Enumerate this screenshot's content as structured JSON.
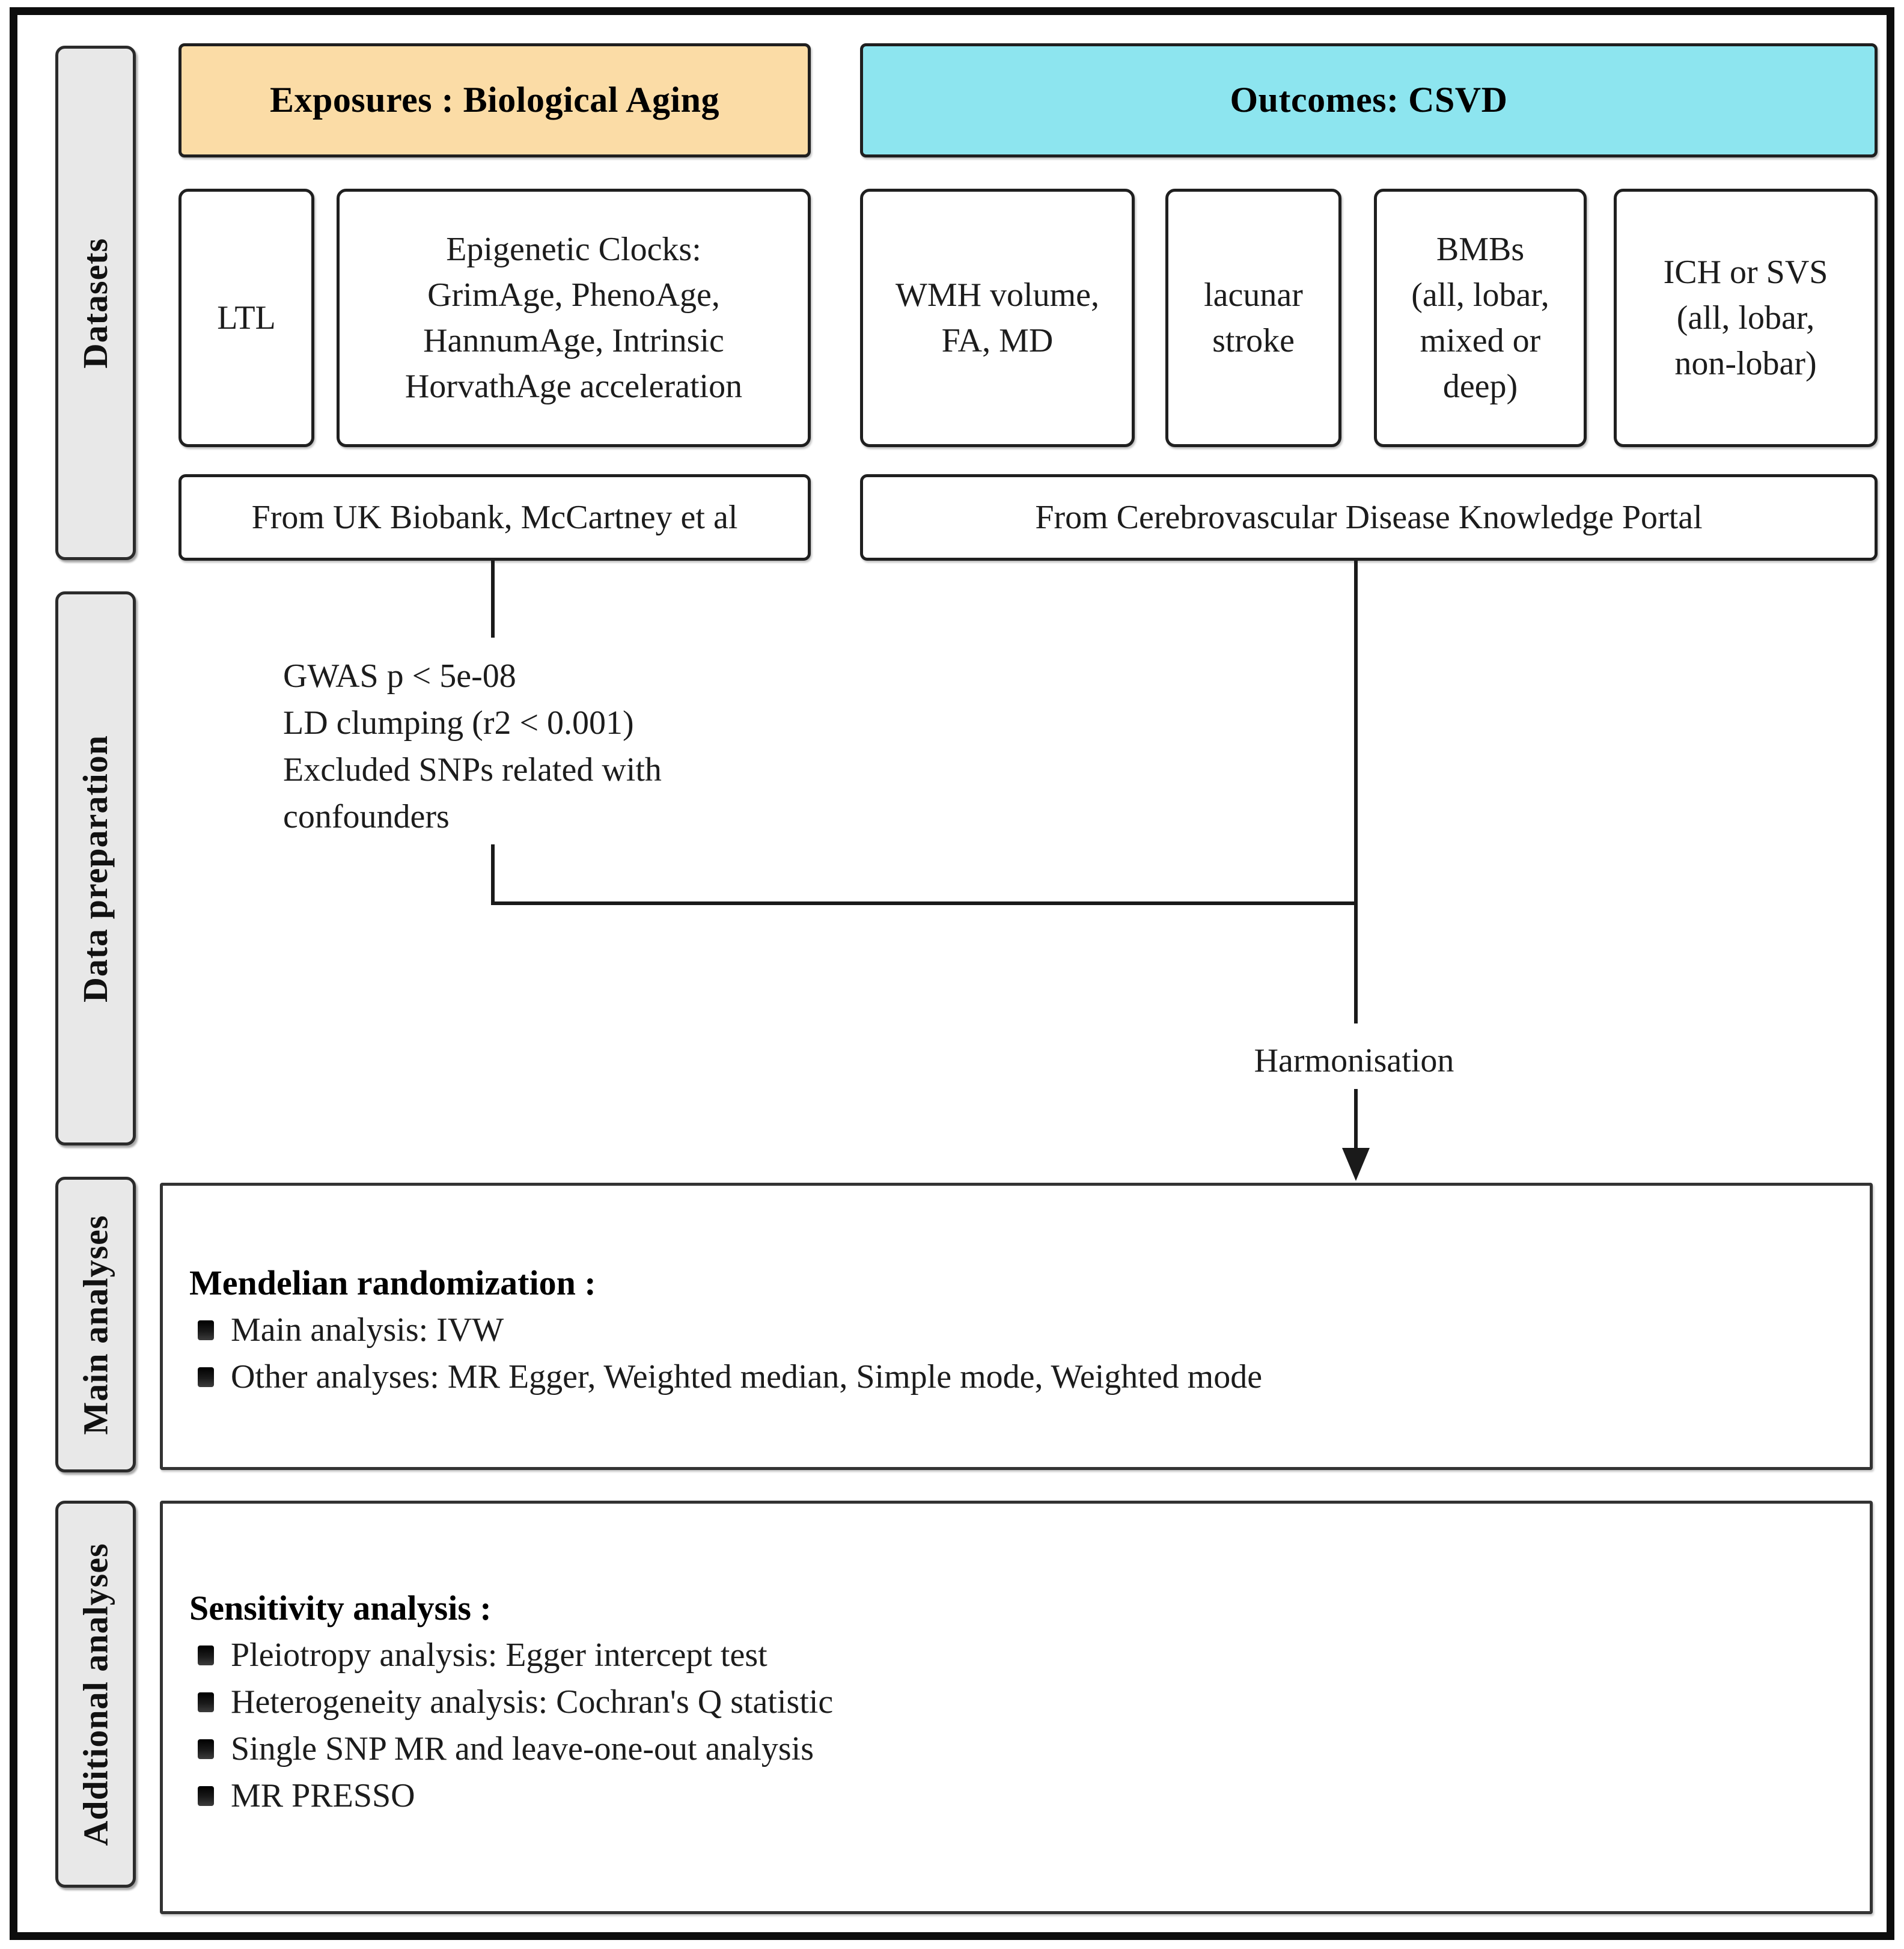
{
  "sidebar": {
    "items": [
      {
        "label": "Datasets"
      },
      {
        "label": "Data preparation"
      },
      {
        "label": "Main analyses"
      },
      {
        "label": "Additional analyses"
      }
    ],
    "fill_color": "#e8e8e8"
  },
  "exposures": {
    "header": "Exposures :  Biological Aging",
    "accent_color": "#fbdca6",
    "boxes": [
      {
        "text": "LTL"
      },
      {
        "text": "Epigenetic Clocks:\nGrimAge, PhenoAge,\nHannumAge, Intrinsic\nHorvathAge acceleration"
      }
    ],
    "source": "From UK Biobank, McCartney et al"
  },
  "outcomes": {
    "header": "Outcomes: CSVD",
    "accent_color": "#8de5ef",
    "boxes": [
      {
        "text": "WMH volume,\nFA, MD"
      },
      {
        "text": "lacunar\nstroke"
      },
      {
        "text": "BMBs\n(all, lobar,\nmixed or\ndeep)"
      },
      {
        "text": "ICH or SVS\n(all, lobar,\nnon-lobar)"
      }
    ],
    "source": "From Cerebrovascular Disease Knowledge Portal"
  },
  "data_preparation": {
    "filter_text": "GWAS p < 5e-08\nLD clumping (r2 < 0.001)\nExcluded SNPs related with\nconfounders",
    "harmonisation_label": "Harmonisation"
  },
  "main_analyses": {
    "title": "Mendelian randomization :",
    "bullets": [
      "Main analysis: IVW",
      "Other analyses: MR Egger, Weighted median, Simple mode, Weighted mode"
    ]
  },
  "additional_analyses": {
    "title": "Sensitivity analysis :",
    "bullets": [
      "Pleiotropy analysis: Egger intercept test",
      "Heterogeneity analysis: Cochran's Q statistic",
      "Single SNP MR and leave-one-out analysis",
      "MR PRESSO"
    ]
  }
}
